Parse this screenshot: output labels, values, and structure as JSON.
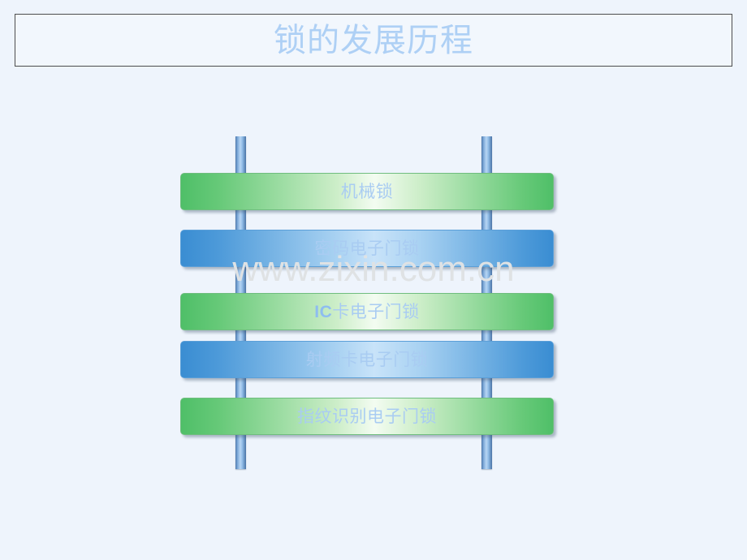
{
  "slide": {
    "background_color": "#eef4fc",
    "title": "锁的发展历程",
    "title_color": "#aed0f5",
    "title_border_color": "#4d4d4d"
  },
  "watermark": {
    "text": "www.zixin.com.cn",
    "color": "#dfe2e4"
  },
  "diagram": {
    "type": "ladder",
    "post_color_light": "#b7d6f4",
    "post_color_dark": "#4a73a6",
    "green_edge_color": "#4fbf68",
    "green_center_color": "#f3fcf1",
    "blue_edge_color": "#3a8dd2",
    "blue_center_color": "#c8e3f9",
    "label_color": "#a9ccf2",
    "rungs": [
      {
        "label": "机械锁",
        "color": "green",
        "bold_prefix": ""
      },
      {
        "label": "密码电子门锁",
        "color": "blue",
        "bold_prefix": ""
      },
      {
        "label": "IC卡电子门锁",
        "color": "green",
        "bold_prefix": "IC"
      },
      {
        "label": "射频卡电子门锁",
        "color": "blue",
        "bold_prefix": ""
      },
      {
        "label": "指纹识别电子门锁",
        "color": "green",
        "bold_prefix": ""
      }
    ]
  }
}
